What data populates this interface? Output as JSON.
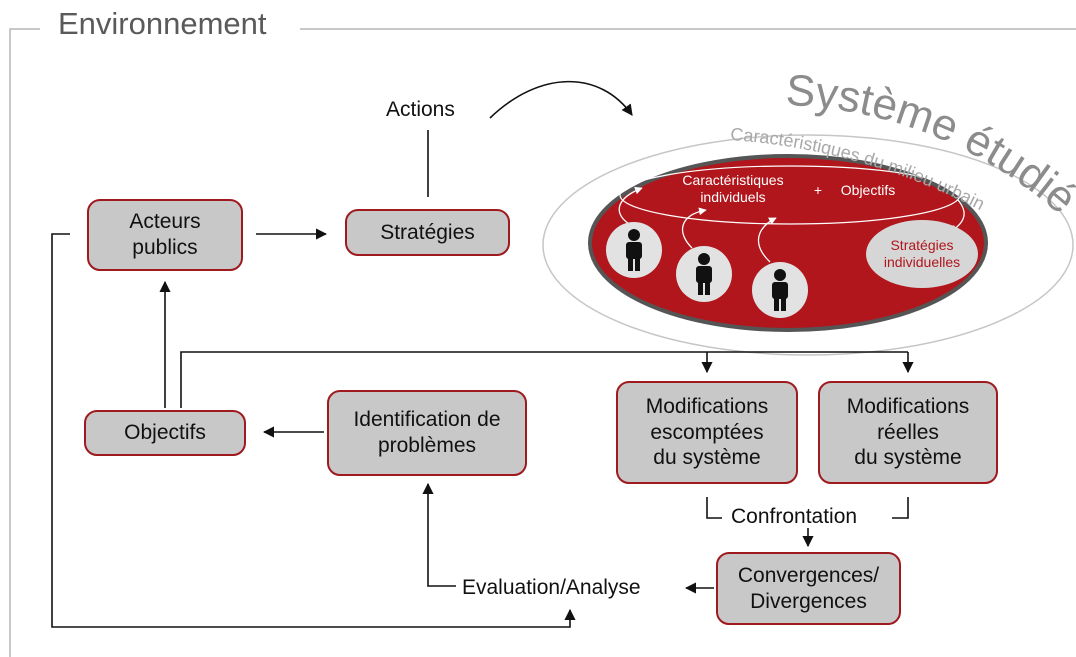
{
  "environment": {
    "title": "Environnement"
  },
  "system": {
    "title": "Système étudié",
    "subtitle": "Caractéristiques du milieu urbain",
    "individual_characteristics": "Caractéristiques\nindividuels",
    "plus": "+",
    "objectives": "Objectifs",
    "individual_strategies": "Stratégies\nindividuelles"
  },
  "nodes": {
    "actions": "Actions",
    "acteurs_publics": "Acteurs\npublics",
    "strategies": "Stratégies",
    "objectifs": "Objectifs",
    "identification": "Identification de\nproblèmes",
    "modifications_escomptees": "Modifications\nescomptées\ndu système",
    "modifications_reelles": "Modifications\nréelles\ndu système",
    "confrontation": "Confrontation",
    "convergences": "Convergences/\nDivergences",
    "evaluation": "Evaluation/Analyse"
  },
  "colors": {
    "accent_red": "#9e1a1e",
    "ellipse_fill": "#b0161c",
    "box_fill": "#c8c8c8",
    "frame_gray": "#b5b5b5"
  }
}
